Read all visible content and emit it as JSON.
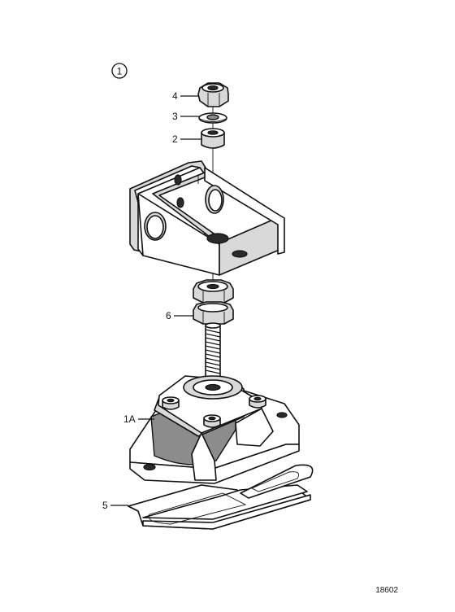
{
  "figure_number": "1",
  "callouts": [
    {
      "id": "c4",
      "text": "4"
    },
    {
      "id": "c3",
      "text": "3"
    },
    {
      "id": "c2",
      "text": "2"
    },
    {
      "id": "c6",
      "text": "6"
    },
    {
      "id": "c1a",
      "text": "1A"
    },
    {
      "id": "c5",
      "text": "5"
    }
  ],
  "reference_code": "18602"
}
